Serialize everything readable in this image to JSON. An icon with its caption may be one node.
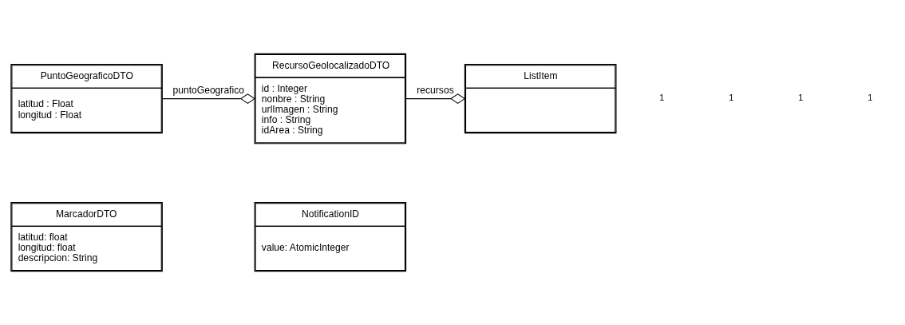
{
  "diagram": {
    "nodes": [
      {
        "text": [
          "PuntoGeograficoDTO",
          "latitud : Float",
          "longitud : Float"
        ]
      },
      {
        "text": [
          "RecursoGeolocalizadoDTO",
          "id : Integer",
          "nonbre : String",
          "urlImagen : String",
          "info : String",
          "idArea : String"
        ]
      },
      {
        "text": [
          "ListItem"
        ]
      },
      {
        "text": [
          "MarcadorDTO",
          "latitud: float",
          "longitud: float",
          "descripcion: String"
        ]
      },
      {
        "text": [
          "NotificationID",
          "value: AtomicInteger"
        ]
      }
    ],
    "edges": [
      {
        "from": 0,
        "to": 1,
        "arrow": "other",
        "label": "puntoGeografico"
      },
      {
        "from": 1,
        "to": 2,
        "arrow": "other",
        "label": "recursos"
      }
    ],
    "labels": [
      "1",
      "1",
      "1",
      "1"
    ]
  }
}
